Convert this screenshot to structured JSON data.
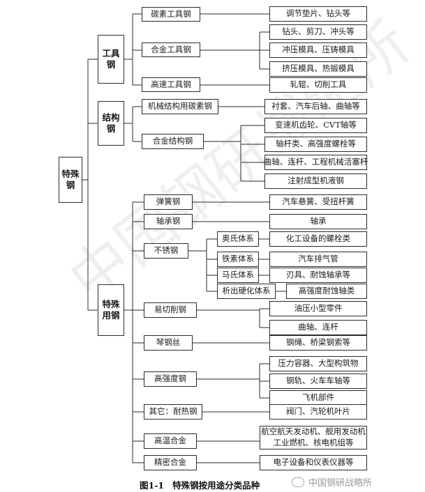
{
  "root": {
    "label": "特殊钢"
  },
  "categories": {
    "tool": "工具钢",
    "structural": "结构钢",
    "special": "特殊用钢"
  },
  "tool_steel": [
    {
      "name": "碳素工具钢",
      "uses": [
        "调节垫片、钻头等"
      ]
    },
    {
      "name": "合金工具钢",
      "uses": [
        "钻头、剪刀、冲头等",
        "冲压模具、压铸模具",
        "挤压模具、热锻模具"
      ]
    },
    {
      "name": "高速工具钢",
      "uses": [
        "轧辊、切削工具"
      ]
    }
  ],
  "structural_steel": [
    {
      "name": "机械结构用碳素钢",
      "uses": [
        "衬套、汽车后轴、曲轴等"
      ]
    },
    {
      "name": "合金结构钢",
      "uses": [
        "变速机齿轮、CVT轴等",
        "轴杆类、高强度螺栓等",
        "曲轴、连杆、工程机械活塞杆",
        "注射成型机液钢"
      ]
    }
  ],
  "special_steel": {
    "spring": {
      "name": "弹簧钢",
      "use": "汽车悬簧、受扭杆簧"
    },
    "bearing": {
      "name": "轴承钢",
      "use": "轴承"
    },
    "stainless": {
      "name": "不锈钢",
      "subs": [
        {
          "name": "奥氏体系",
          "use": "化工设备的螺栓类"
        },
        {
          "name": "铁素体系",
          "use": "汽车排气管"
        },
        {
          "name": "马氏体系",
          "use": "刃具、耐蚀轴承等"
        },
        {
          "name": "析出硬化体系",
          "use": "高强度耐蚀轴类"
        }
      ]
    },
    "free_cutting": {
      "name": "易切削钢",
      "uses": [
        "油压小型零件",
        "曲轴、连杆"
      ]
    },
    "piano_wire": {
      "name": "琴钢丝",
      "use": "钢绳、桥梁钢索等"
    },
    "high_strength": {
      "name": "高强度钢",
      "uses": [
        "压力容器、大型构筑物",
        "钢轨、火车车轴等",
        "飞机部件"
      ]
    },
    "heat_resistant": {
      "name": "其它：耐热钢",
      "use": "阀门、汽轮机叶片"
    },
    "superalloy": {
      "name": "高温合金",
      "use_line1": "航空航天发动机、舰用发动机",
      "use_line2": "工业燃机、核电机组等"
    },
    "precision": {
      "name": "精密合金",
      "use": "电子设备和仪表仪器等"
    }
  },
  "caption": {
    "figure": "图1-1",
    "title": "特殊钢按用途分类品种"
  },
  "watermark": "中国钢研战略所",
  "brand": "中国钢研战略所"
}
